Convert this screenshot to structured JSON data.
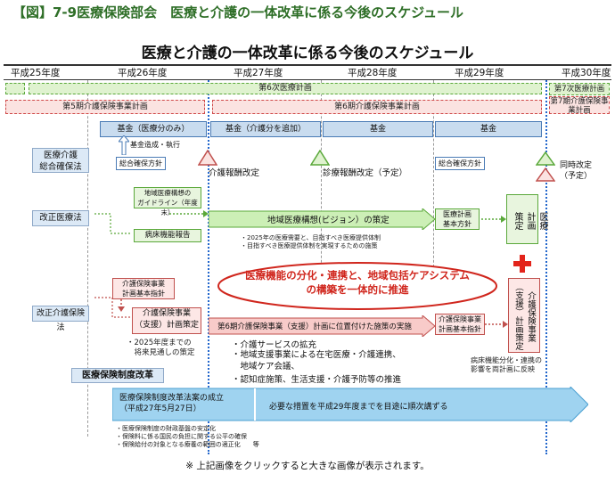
{
  "header": {
    "title": "【図】7-9医療保険部会　医療と介護の一体改革に係る今後のスケジュール"
  },
  "diagram": {
    "title": "医療と介護の一体改革に係る今後のスケジュール",
    "years": [
      "平成25年度",
      "平成26年度",
      "平成27年度",
      "平成28年度",
      "平成29年度",
      "平成30年度"
    ],
    "plan6": "第6次医療計画",
    "plan7": "第7次医療計画",
    "plan7kaigo": "第7期介護保険事業計画",
    "kaigo5": "第5期介護保険事業計画",
    "kaigo6": "第6期介護保険事業計画",
    "kikin1": "基金（医療分のみ）",
    "kikin2": "基金（介護分を追加）",
    "kikin3": "基金",
    "kikin4": "基金",
    "kikin_sub": "基金造成・執行",
    "row_sogo": "医療介護\n総合確保法",
    "sogo_houshin1": "総合確保方針",
    "sogo_houshin2": "総合確保方針",
    "kaigo_housyu": "介護報酬改定",
    "shinryo_housyu": "診療報酬改定（予定）",
    "doji_kaitei": "同時改定\n（予定）",
    "row_iryo": "改正医療法",
    "guideline": "地域医療構想の\nガイドライン（年度末）",
    "byosho": "病床機能報告",
    "vision": "地域医療構想(ビジョン）の策定",
    "vision_note1": "・2025年の医療需要と、目指すべき医療提供体制",
    "vision_note2": "・目指すべき医療提供体制を実現するための施策",
    "iryo_keikaku": "医療計画\n基本方針",
    "iryo_sakutei": "医療\n計画\n策定",
    "center_text": "医療機能の分化・連携と、地域包括ケアシステム\nの構築を一体的に推進",
    "row_kaigo": "改正介護保険法",
    "kaigo_shishin1": "介護保険事業\n計画基本指針",
    "kaigo_sakutei": "介護保険事業\n（支援）計画策定",
    "kaigo_mitoshi": "・2025年度までの\n　将来見通しの策定",
    "kaigo6_jisshi": "第6期介護保険事業（支援）計画に位置付けた施策の実施",
    "kaigo_shishin2": "介護保険事業\n計画基本指針",
    "kaigo_sakutei2": "介護保険事業\n（支援）計画策定",
    "kaigo_items": [
      "・介護サービスの拡充",
      "・地域支援事業による在宅医療・介護連携、\n　地域ケア会議、",
      "・認知症施策、生活支援・介護予防等の推進"
    ],
    "byosho_renkei": "病床機能分化・連携の\n影響を両計画に反映",
    "hoken_kaikaku": "医療保険制度改革",
    "hoken_seiritsu": "医療保険制度改革法案の成立\n（平成27年5月27日）",
    "hoken_sochi": "必要な措置を平成29年度までを目途に順次講ずる",
    "hoken_notes": [
      "・医療保険制度の財政基盤の安定化",
      "・保険料に係る国民の負担に関する公平の確保",
      "・保険給付の対象となる療養の範囲の適正化　　等"
    ],
    "footer": "※ 上記画像をクリックすると大きな画像が表示されます。",
    "colors": {
      "green": "#5aa83a",
      "pink": "#d04a4a",
      "blue": "#4a7bb5",
      "red": "#e3241b",
      "header": "#2f6f28"
    }
  }
}
